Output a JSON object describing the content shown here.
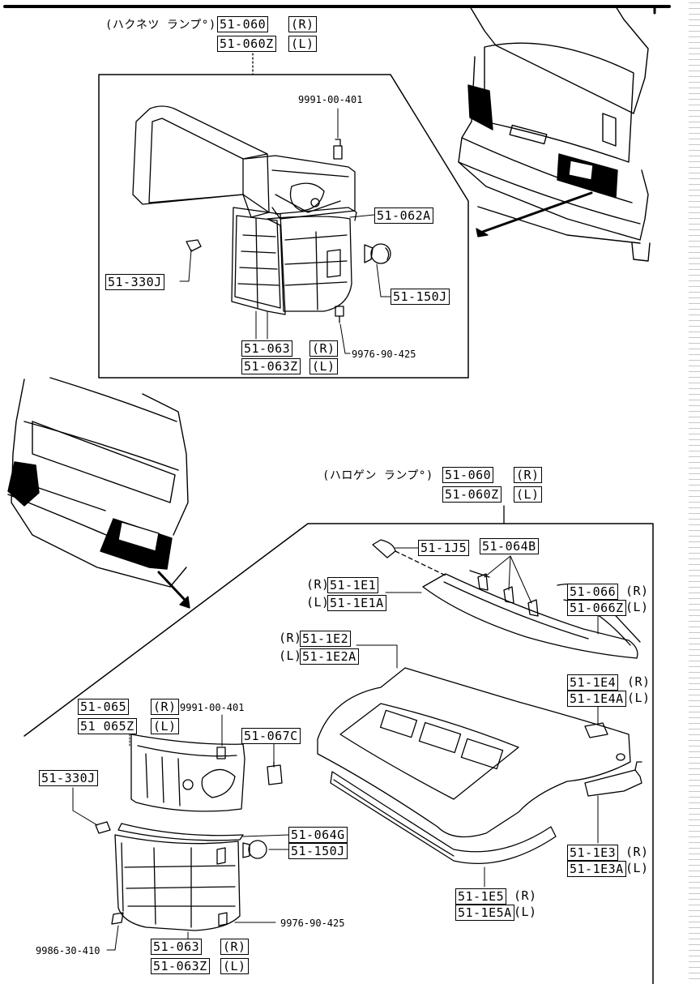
{
  "top_group": {
    "lamp_type": "(ハクネツ ランプ°)",
    "part_r": "51-060",
    "part_l": "51-060Z",
    "side_r": "(R)",
    "side_l": "(L)",
    "screw_top": "9991-00-401",
    "lens_bezel": "51-062A",
    "gasket": "51-330J",
    "bulb": "51-150J",
    "lamp_r": "51-063",
    "lamp_l": "51-063Z",
    "screw_bottom": "9976-90-425"
  },
  "bottom_group": {
    "lamp_type": "(ハロゲン ランプ°)",
    "part_r": "51-060",
    "part_l": "51-060Z",
    "side_r": "(R)",
    "side_l": "(L)",
    "bulb_small": "51-1J5",
    "clip": "51-064B",
    "lens_strip_r": "51-1E1",
    "lens_strip_l": "51-1E1A",
    "lens_strip_side_r": "(R)",
    "lens_strip_side_l": "(L)",
    "trim_r": "51-066",
    "trim_l": "51-066Z",
    "housing_r": "51-1E2",
    "housing_l": "51-1E2A",
    "housing_side_r": "(R)",
    "housing_side_l": "(L)",
    "pad_r": "51-1E4",
    "pad_l": "51-1E4A",
    "bracket_r": "51-1E3",
    "bracket_l": "51-1E3A",
    "moulding_r": "51-1E5",
    "moulding_l": "51-1E5A",
    "frame_r": "51-065",
    "frame_l": "51 065Z",
    "screw_top": "9991-00-401",
    "nut": "51-067C",
    "gasket": "51-330J",
    "seal": "51-064G",
    "bulb": "51-150J",
    "lamp_r": "51-063",
    "lamp_l": "51-063Z",
    "screw_right": "9976-90-425",
    "screw_left": "9986-30-410"
  }
}
